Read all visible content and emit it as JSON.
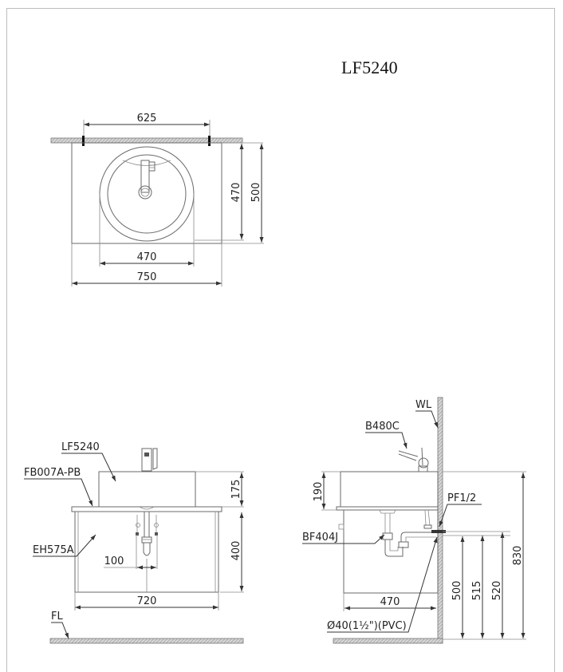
{
  "drawing": {
    "title": "LF5240",
    "top_view": {
      "dimensions": {
        "fixing_span": "625",
        "basin_depth": "470",
        "counter_depth": "500",
        "basin_width": "470",
        "counter_width": "750"
      }
    },
    "front_view": {
      "labels": {
        "basin": "LF5240",
        "bracket": "FB007A-PB",
        "cabinet": "EH575A",
        "floor": "FL"
      },
      "dimensions": {
        "basin_height": "175",
        "cabinet_height": "400",
        "drain_spacing": "100",
        "cabinet_width": "720"
      }
    },
    "side_view": {
      "labels": {
        "wall": "WL",
        "faucet": "B480C",
        "supply": "PF1/2",
        "drain": "BF404J",
        "pipe": "Ø40(1½\")(PVC)"
      },
      "dimensions": {
        "basin_height": "190",
        "cabinet_depth": "470",
        "drain_outlet_height": "500",
        "supply_height_1": "515",
        "supply_height_2": "520",
        "rim_height": "830"
      }
    }
  },
  "colors": {
    "line": "#6a6a6a",
    "text": "#222222",
    "hatch": "#9a9a9a",
    "background": "#ffffff"
  }
}
